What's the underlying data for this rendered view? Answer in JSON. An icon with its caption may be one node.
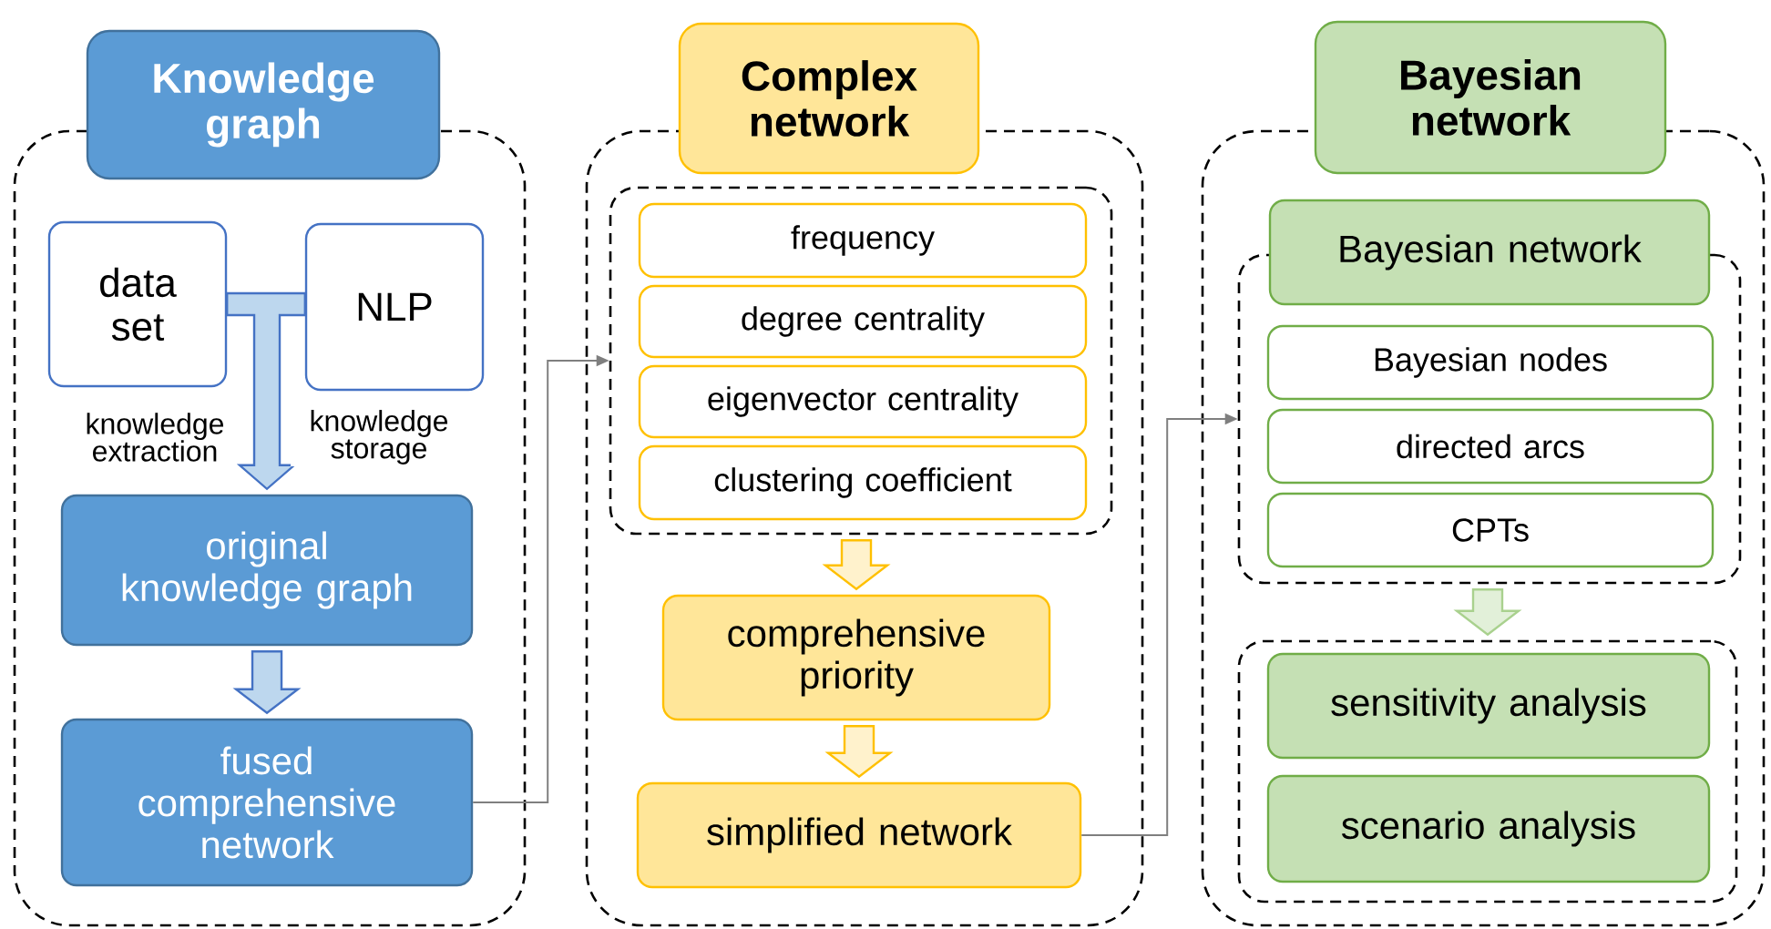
{
  "diagram": {
    "nodes": [
      {
        "text": [
          "Knowledge graph"
        ]
      },
      {
        "text": [
          "data set"
        ],
        "in": 0
      },
      {
        "text": [
          "NLP"
        ],
        "in": 0
      },
      {
        "text": [
          "original knowledge graph"
        ],
        "in": 0
      },
      {
        "text": [
          "fused comprehensive network"
        ],
        "in": 0
      },
      {
        "text": [
          "Complex network"
        ]
      },
      {
        "text": [],
        "shape": "box",
        "in": 5
      },
      {
        "text": [
          "frequency"
        ],
        "in": 6
      },
      {
        "text": [
          "degree centrality"
        ],
        "in": 6
      },
      {
        "text": [
          "eigenvector centrality"
        ],
        "in": 6
      },
      {
        "text": [
          "clustering coefficient"
        ],
        "in": 6
      },
      {
        "text": [
          "comprehensive priority"
        ],
        "in": 5
      },
      {
        "text": [
          "simplified network"
        ],
        "in": 5
      },
      {
        "text": [
          "Bayesian network"
        ]
      },
      {
        "text": [],
        "shape": "box",
        "in": 13
      },
      {
        "text": [
          "Bayesian network"
        ],
        "in": 13
      },
      {
        "text": [
          "Bayesian nodes"
        ],
        "in": 14
      },
      {
        "text": [
          "directed arcs"
        ],
        "in": 14
      },
      {
        "text": [
          "CPTs"
        ],
        "in": 14
      },
      {
        "text": [],
        "shape": "box",
        "in": 13
      },
      {
        "text": [
          "sensitivity analysis"
        ],
        "in": 19
      },
      {
        "text": [
          "scenario analysis"
        ],
        "in": 19
      }
    ],
    "edges": [
      {
        "from": 1,
        "to": 3,
        "arrow": "to",
        "label": "knowledge extraction"
      },
      {
        "from": 2,
        "to": 3,
        "arrow": "to",
        "label": "knowledge storage"
      },
      {
        "from": 3,
        "to": 4,
        "arrow": "to"
      },
      {
        "from": 4,
        "to": 6,
        "arrow": "to"
      },
      {
        "from": 6,
        "to": 11,
        "arrow": "to"
      },
      {
        "from": 11,
        "to": 12,
        "arrow": "to"
      },
      {
        "from": 12,
        "to": 14,
        "arrow": "to"
      },
      {
        "from": 14,
        "to": 19,
        "arrow": "to"
      }
    ]
  }
}
